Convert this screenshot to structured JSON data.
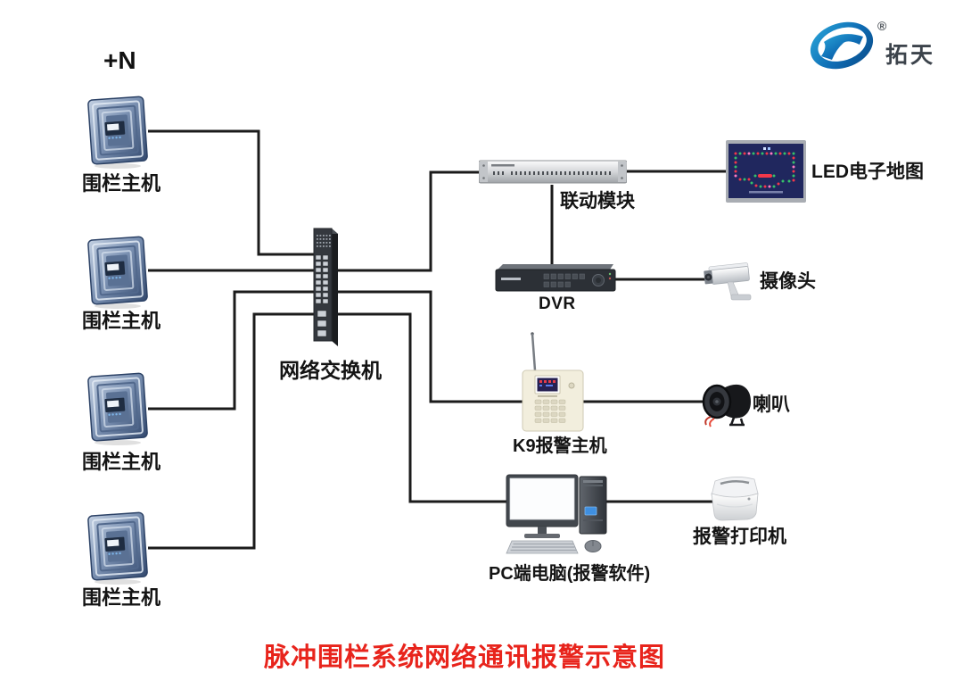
{
  "logo": {
    "brand_text": "拓天",
    "registered_symbol": "®"
  },
  "diagram": {
    "multiplier_note": "+N",
    "title": {
      "text": "脉冲围栏系统网络通讯报警示意图",
      "color": "#e8241c"
    },
    "devices": {
      "fence_host_1": {
        "label": "围栏主机"
      },
      "fence_host_2": {
        "label": "围栏主机"
      },
      "fence_host_3": {
        "label": "围栏主机"
      },
      "fence_host_4": {
        "label": "围栏主机"
      },
      "network_switch": {
        "label": "网络交换机"
      },
      "linkage_module": {
        "label": "联动模块"
      },
      "led_map": {
        "label": "LED电子地图"
      },
      "dvr": {
        "label": "DVR"
      },
      "camera": {
        "label": "摄像头"
      },
      "k9_alarm_host": {
        "label": "K9报警主机"
      },
      "speaker": {
        "label": "喇叭"
      },
      "pc": {
        "label": "PC端电脑(报警软件)"
      },
      "printer": {
        "label": "报警打印机"
      }
    },
    "connections": [
      {
        "from": "fence_host_1",
        "to": "network_switch"
      },
      {
        "from": "fence_host_2",
        "to": "network_switch"
      },
      {
        "from": "fence_host_3",
        "to": "network_switch"
      },
      {
        "from": "fence_host_4",
        "to": "network_switch"
      },
      {
        "from": "network_switch",
        "to": "linkage_module"
      },
      {
        "from": "network_switch",
        "to": "k9_alarm_host"
      },
      {
        "from": "network_switch",
        "to": "pc"
      },
      {
        "from": "linkage_module",
        "to": "led_map"
      },
      {
        "from": "linkage_module",
        "to": "dvr"
      },
      {
        "from": "dvr",
        "to": "camera"
      },
      {
        "from": "k9_alarm_host",
        "to": "speaker"
      },
      {
        "from": "pc",
        "to": "printer"
      }
    ],
    "colors": {
      "connector_line": "#1b1b1b",
      "title": "#e8241c",
      "logo_blue_light": "#2aa6d9",
      "logo_blue_dark": "#0a4a86"
    }
  }
}
